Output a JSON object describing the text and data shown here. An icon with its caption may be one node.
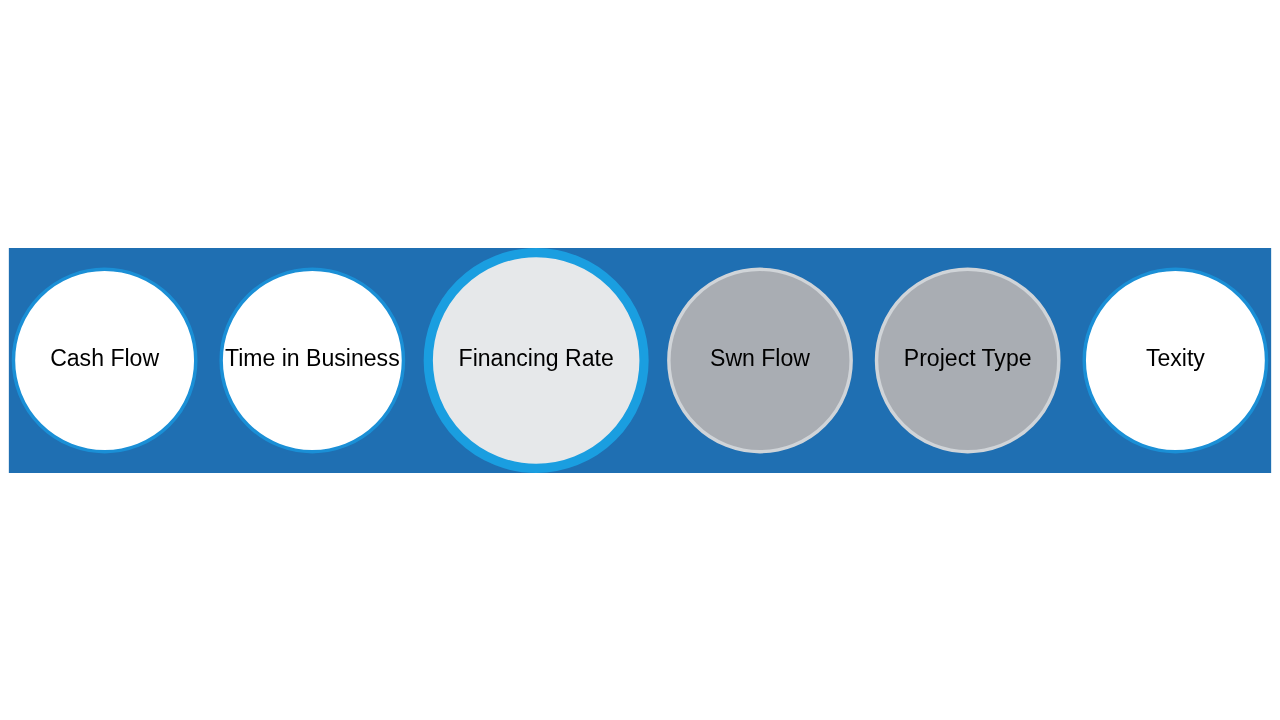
{
  "diagram": {
    "nodes": [
      {
        "text": [
          "Cash Flow"
        ]
      },
      {
        "text": [
          "Time in Business"
        ]
      },
      {
        "text": [
          "Financing Rate"
        ]
      },
      {
        "text": [
          "Swn Flow"
        ]
      },
      {
        "text": [
          "Project Type"
        ]
      },
      {
        "text": [
          "Texity"
        ]
      }
    ]
  }
}
